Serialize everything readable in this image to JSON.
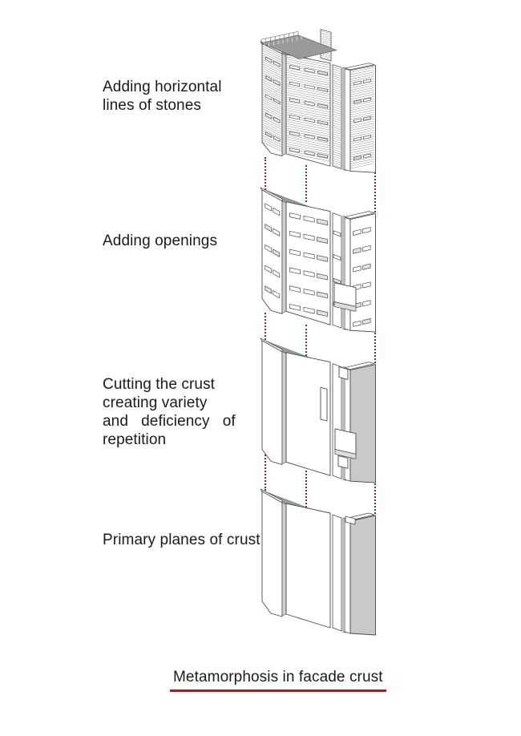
{
  "stages": [
    {
      "id": "stone-lines",
      "label": "Adding horizontal\nlines of stones",
      "illustration": "facade-with-horizontal-stone-lines"
    },
    {
      "id": "openings",
      "label": "Adding openings",
      "illustration": "facade-with-openings"
    },
    {
      "id": "cutting",
      "label": "Cutting the crust\ncreating variety\nand   deficiency   of\nrepetition",
      "illustration": "facade-with-cuts"
    },
    {
      "id": "primary",
      "label": "Primary planes of crust",
      "illustration": "primary-facade-planes"
    }
  ],
  "caption": {
    "text": "Metamorphosis in facade crust"
  },
  "colors": {
    "text": "#1a1a1a",
    "caption_underline": "#9b2423",
    "guide_dotted_red": "#8b2a24",
    "dark_shade": "#9a9a9a",
    "light_shade": "#c9c9c9",
    "outline": "#4a4a4a"
  }
}
